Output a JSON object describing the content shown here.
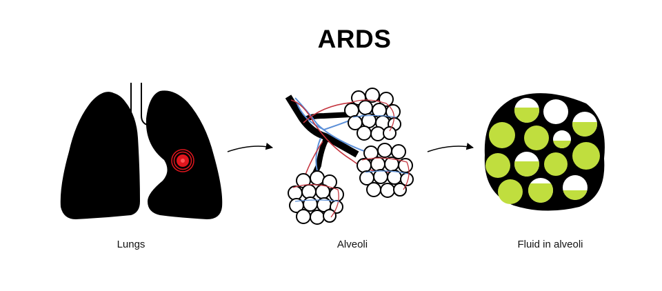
{
  "title": "ARDS",
  "panels": [
    {
      "caption": "Lungs"
    },
    {
      "caption": "Alveoli"
    },
    {
      "caption": "Fluid in alveoli"
    }
  ],
  "colors": {
    "lung": "#000000",
    "inflammation": "#e0161e",
    "vein": "#5b8fd8",
    "artery": "#c4343e",
    "fluid": "#c0de3e"
  },
  "icons": [
    "lungs-icon",
    "inflammation-icon",
    "arrow-right-icon",
    "alveoli-icon",
    "fluid-alveoli-icon"
  ]
}
